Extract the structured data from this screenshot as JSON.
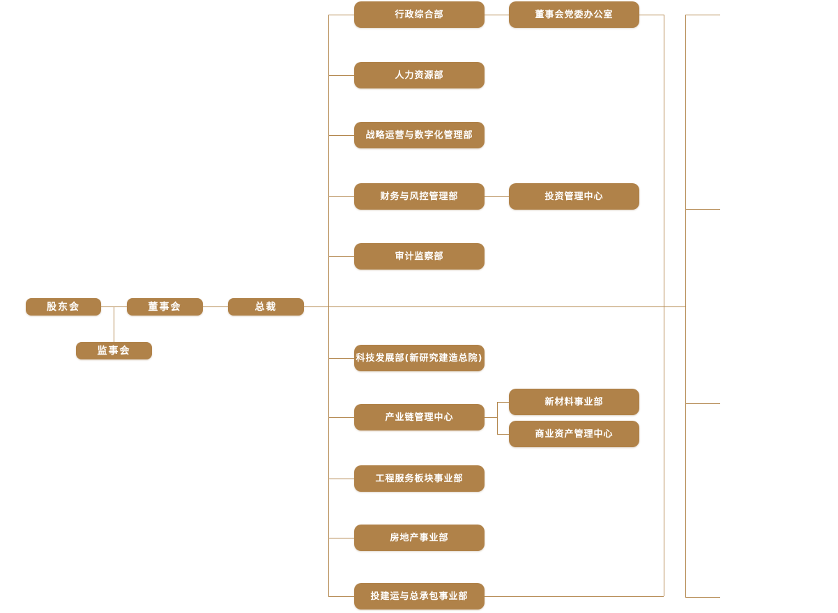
{
  "diagram": {
    "type": "org-chart",
    "nodes": {
      "shareholders": "股东会",
      "supervisory_board": "监事会",
      "board_of_directors": "董事会",
      "president": "总裁",
      "admin_general": "行政综合部",
      "board_party_office": "董事会党委办公室",
      "human_resources": "人力资源部",
      "strategy_digital": "战略运营与数字化管理部",
      "finance_risk": "财务与风控管理部",
      "investment_center": "投资管理中心",
      "audit_supervision": "审计监察部",
      "tech_development": "科技发展部(新研究建造总院)",
      "industry_chain": "产业链管理中心",
      "new_materials": "新材料事业部",
      "commercial_assets": "商业资产管理中心",
      "engineering_services": "工程服务板块事业部",
      "real_estate": "房地产事业部",
      "invest_build_epc": "投建运与总承包事业部"
    },
    "edges": [
      {
        "from": "shareholders",
        "to": "board_of_directors"
      },
      {
        "from": "board_of_directors",
        "to": "president"
      },
      {
        "from": "shareholders",
        "to": "supervisory_board"
      },
      {
        "from": "president",
        "to": "admin_general"
      },
      {
        "from": "president",
        "to": "human_resources"
      },
      {
        "from": "president",
        "to": "strategy_digital"
      },
      {
        "from": "president",
        "to": "finance_risk"
      },
      {
        "from": "president",
        "to": "audit_supervision"
      },
      {
        "from": "president",
        "to": "tech_development"
      },
      {
        "from": "president",
        "to": "industry_chain"
      },
      {
        "from": "president",
        "to": "engineering_services"
      },
      {
        "from": "president",
        "to": "real_estate"
      },
      {
        "from": "president",
        "to": "invest_build_epc"
      },
      {
        "from": "admin_general",
        "to": "board_party_office"
      },
      {
        "from": "finance_risk",
        "to": "investment_center"
      },
      {
        "from": "industry_chain",
        "to": "new_materials"
      },
      {
        "from": "industry_chain",
        "to": "commercial_assets"
      }
    ],
    "colors": {
      "node_fill": "#b08249",
      "line": "#b3874e",
      "text": "#ffffff",
      "background": "#ffffff"
    }
  }
}
